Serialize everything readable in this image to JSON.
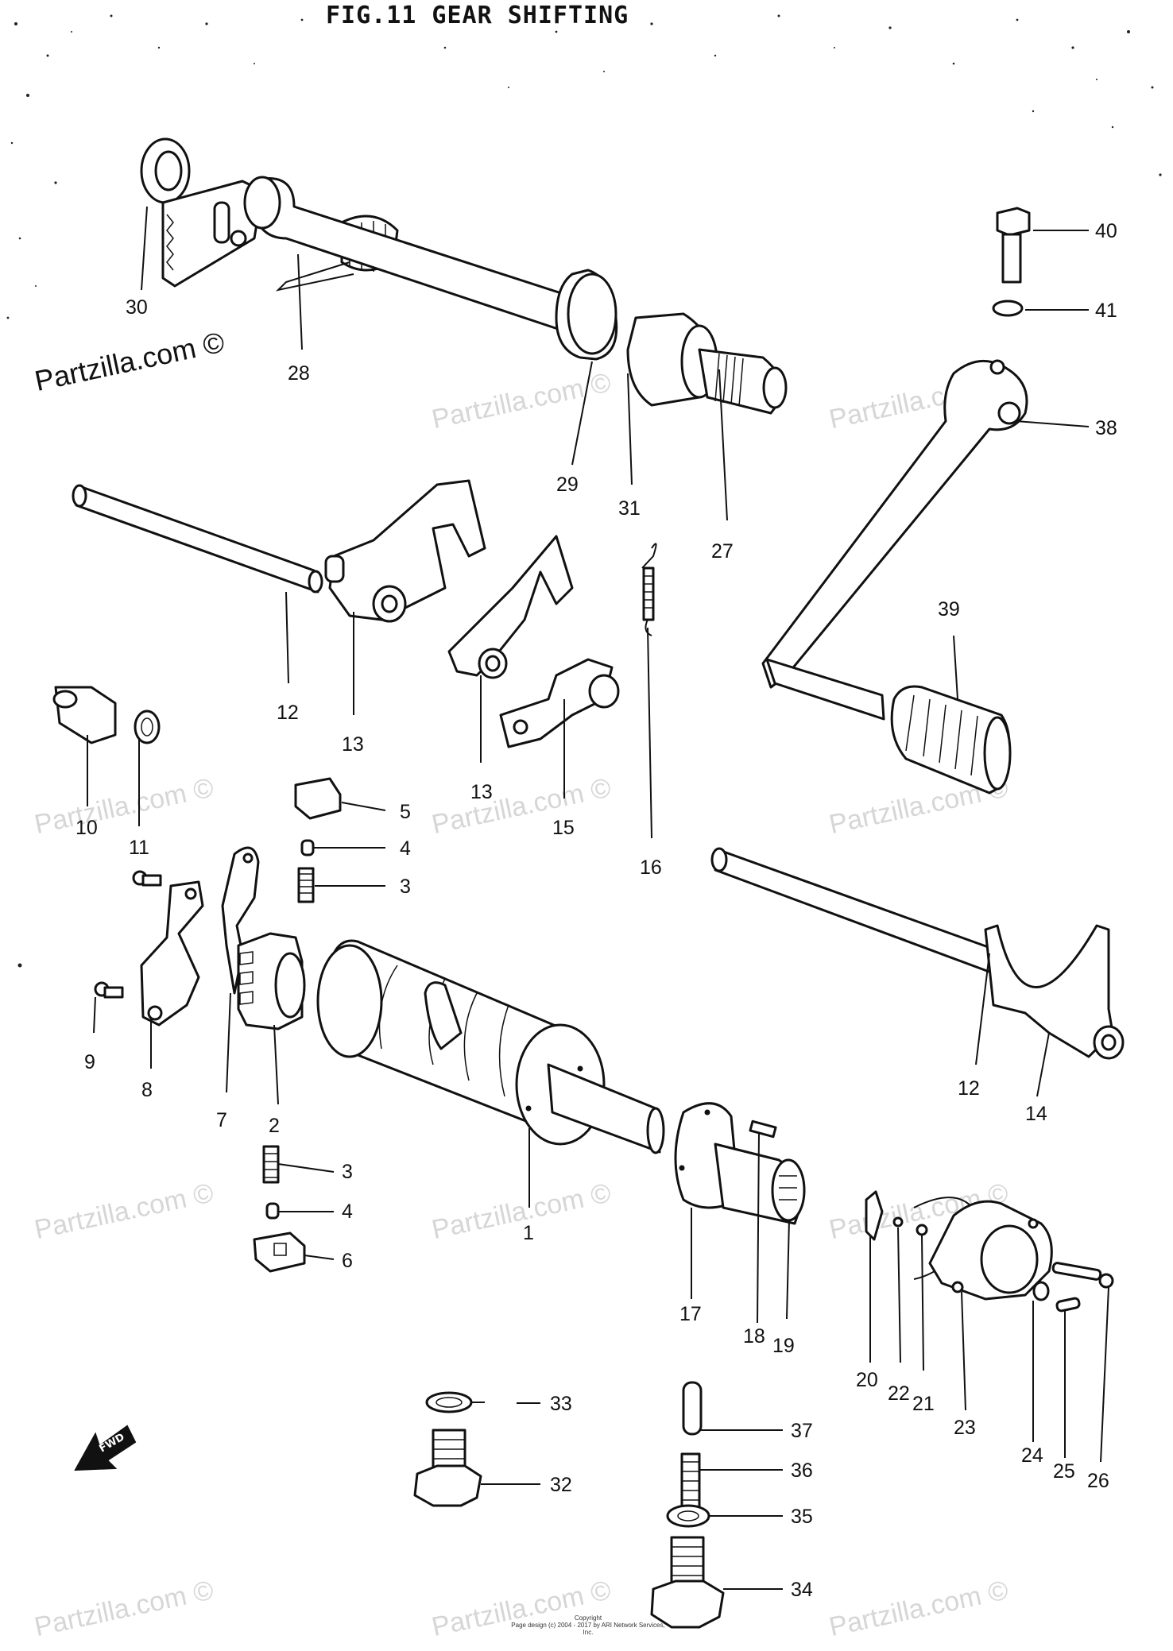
{
  "figure": {
    "title": "FIG.11 GEAR SHIFTING"
  },
  "watermarks": {
    "brand": "Partzilla.com ©",
    "primary": "Partzilla.com ©"
  },
  "copyright": {
    "heading": "Copyright",
    "line": "Page design (c) 2004 - 2017 by ARI Network Services, Inc."
  },
  "direction_arrow": {
    "label": "FWD"
  },
  "parts": {
    "p1": "1",
    "p2": "2",
    "p3a": "3",
    "p3b": "3",
    "p4a": "4",
    "p4b": "4",
    "p5": "5",
    "p6": "6",
    "p7": "7",
    "p8": "8",
    "p9": "9",
    "p10": "10",
    "p11": "11",
    "p12a": "12",
    "p12b": "12",
    "p13a": "13",
    "p13b": "13",
    "p14": "14",
    "p15": "15",
    "p16": "16",
    "p17": "17",
    "p18": "18",
    "p19": "19",
    "p20": "20",
    "p21": "21",
    "p22": "22",
    "p23": "23",
    "p24": "24",
    "p25": "25",
    "p26": "26",
    "p27": "27",
    "p28": "28",
    "p29": "29",
    "p30": "30",
    "p31": "31",
    "p32": "32",
    "p33": "33",
    "p34": "34",
    "p35": "35",
    "p36": "36",
    "p37": "37",
    "p38": "38",
    "p39": "39",
    "p40": "40",
    "p41": "41"
  }
}
